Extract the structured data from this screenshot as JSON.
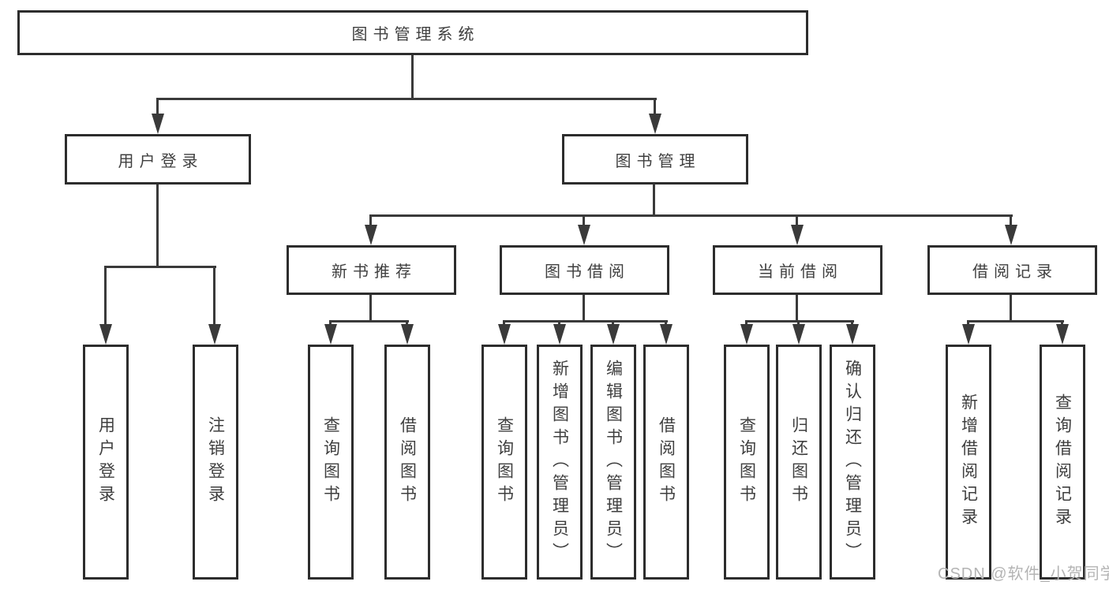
{
  "diagram": {
    "root": "图书管理系统",
    "level2": {
      "user_login": "用户登录",
      "book_mgmt": "图书管理"
    },
    "level3": {
      "new_books": "新书推荐",
      "book_borrow": "图书借阅",
      "current_borrow": "当前借阅",
      "borrow_records": "借阅记录"
    },
    "leaves": {
      "user_login": [
        "用户登录",
        "注销登录"
      ],
      "new_books": [
        "查询图书",
        "借阅图书"
      ],
      "book_borrow": [
        "查询图书",
        "新增图书（管理员）",
        "编辑图书（管理员）",
        "借阅图书"
      ],
      "current_borrow": [
        "查询图书",
        "归还图书",
        "确认归还（管理员）"
      ],
      "borrow_records": [
        "新增借阅记录",
        "查询借阅记录"
      ]
    }
  },
  "watermark": "CSDN @软件_小贺同学",
  "colors": {
    "background": "#ffffff",
    "box_border": "#2d2d2d",
    "line": "#3a3a3a",
    "text": "#3f3f3f",
    "watermark": "#b4b4b4"
  }
}
